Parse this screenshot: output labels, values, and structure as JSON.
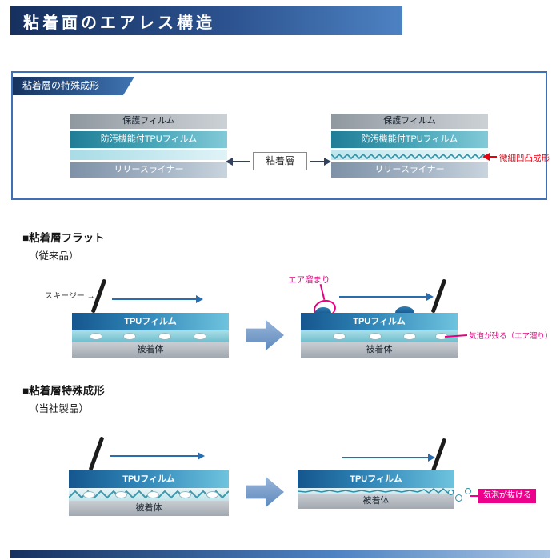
{
  "page": {
    "title": "粘着面のエアレス構造"
  },
  "special_forming": {
    "ribbon": "粘着層の特殊成形",
    "layers": {
      "protect": "保護フィルム",
      "tpu": "防汚機能付TPUフィルム",
      "liner": "リリースライナー"
    },
    "adhesive_label": "粘着層",
    "texture_note": "微細凹凸成形"
  },
  "flat_section": {
    "heading": "■粘着層フラット",
    "subheading": "（従来品）",
    "squeegee_label": "スキージー →",
    "before": {
      "tpu": "TPUフィルム",
      "substrate": "被着体"
    },
    "after": {
      "tpu": "TPUフィルム",
      "substrate": "被着体"
    },
    "air_pocket_note": "エア溜まり",
    "result_note": "気泡が残る（エア溜り）"
  },
  "special_section": {
    "heading": "■粘着層特殊成形",
    "subheading": "（当社製品）",
    "before": {
      "tpu": "TPUフィルム",
      "substrate": "被着体"
    },
    "after": {
      "tpu": "TPUフィルム",
      "substrate": "被着体"
    },
    "result_note": "気泡が抜ける"
  },
  "colors": {
    "header_gradient_start": "#16305f",
    "header_gradient_end": "#4d82c2",
    "panel_border": "#3f6fb5",
    "note_red": "#e60012",
    "note_pink": "#e4007f",
    "result_box_bg": "#ec008c",
    "arrow_blue": "#2a6cb0"
  }
}
